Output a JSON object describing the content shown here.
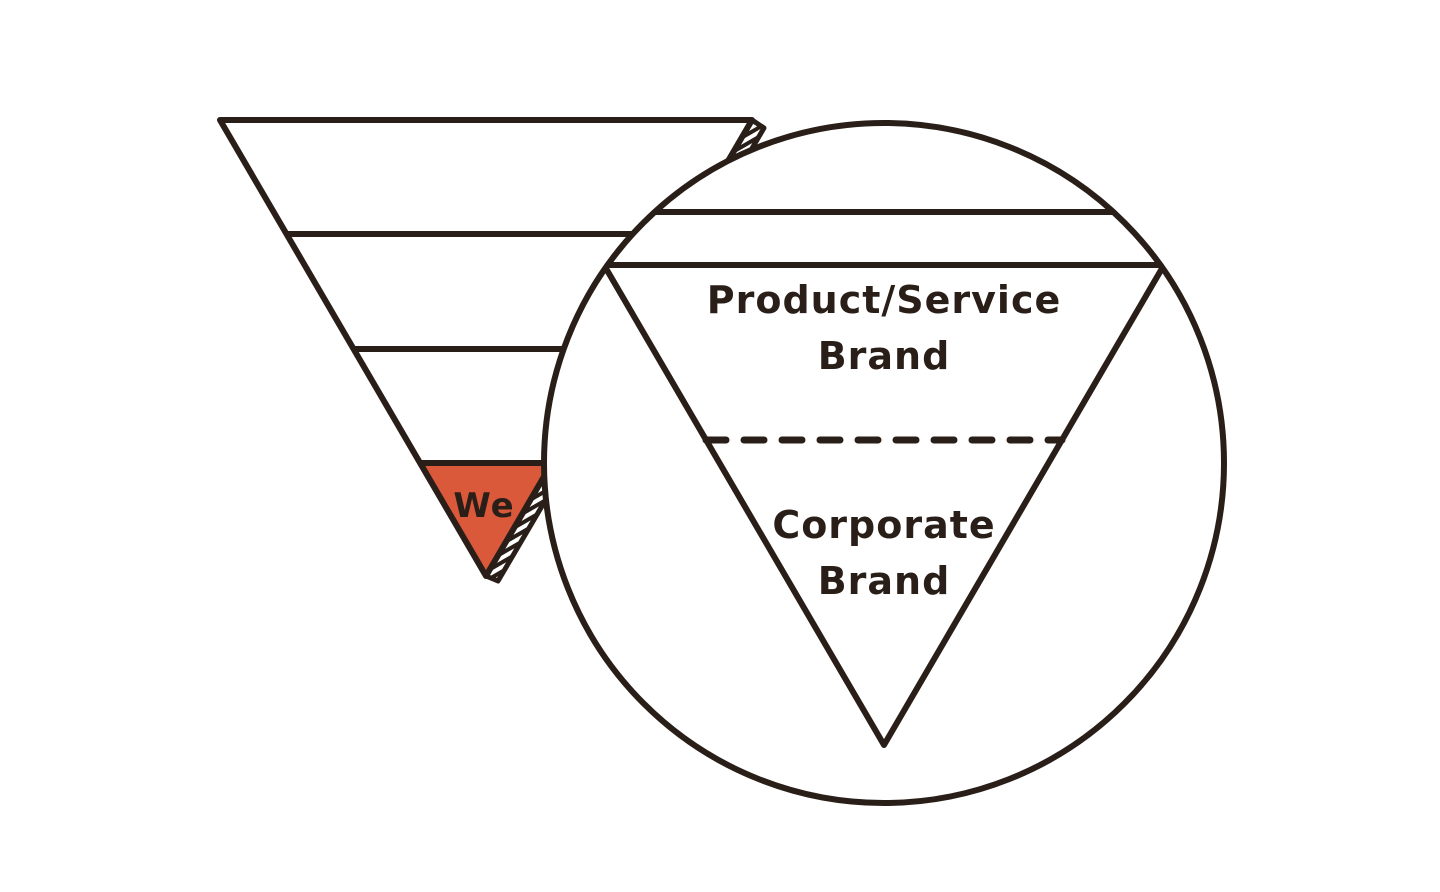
{
  "colors": {
    "stroke": "#2a1f18",
    "accent": "#d9593a",
    "background": "#ffffff",
    "text": "#2a1f18"
  },
  "funnel": {
    "tip_label": "We"
  },
  "zoom": {
    "top_label_line1": "Product/Service",
    "top_label_line2": "Brand",
    "bottom_label_line1": "Corporate",
    "bottom_label_line2": "Brand"
  }
}
